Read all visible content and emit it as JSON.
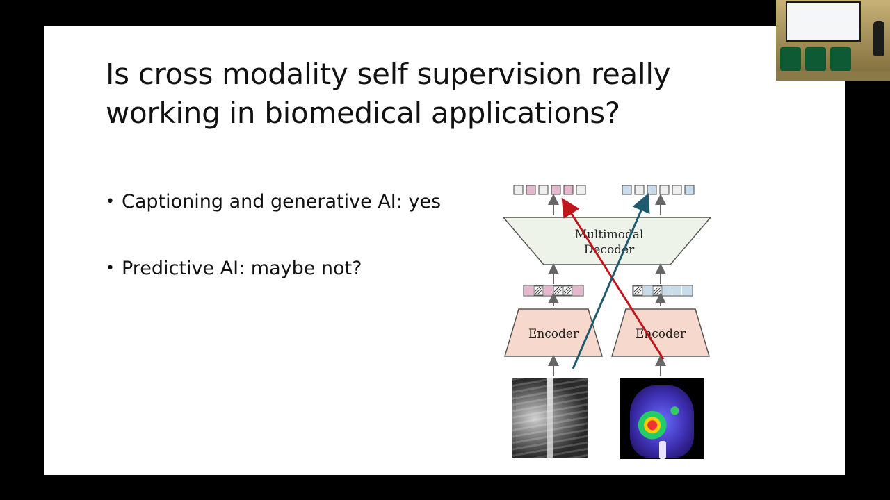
{
  "slide": {
    "title": "Is cross modality self supervision really working in biomedical applications?",
    "bullets": [
      "Captioning and generative AI: yes",
      "Predictive AI: maybe not?"
    ]
  },
  "diagram": {
    "decoder_label_line1": "Multimodal",
    "decoder_label_line2": "Decoder",
    "left_encoder_label": "Encoder",
    "right_encoder_label": "Encoder",
    "colors": {
      "decoder_fill": "#eef3ea",
      "encoder_fill": "#f7d8cc",
      "left_token": "#e6b8cf",
      "right_token": "#c9dceb",
      "red_arrow": "#c0161b",
      "blue_arrow": "#1f5a6e"
    }
  },
  "images": {
    "left": "chest-xray-image",
    "right": "pet-scan-image"
  },
  "webcam": {
    "icon": "presenter-webcam-feed"
  }
}
